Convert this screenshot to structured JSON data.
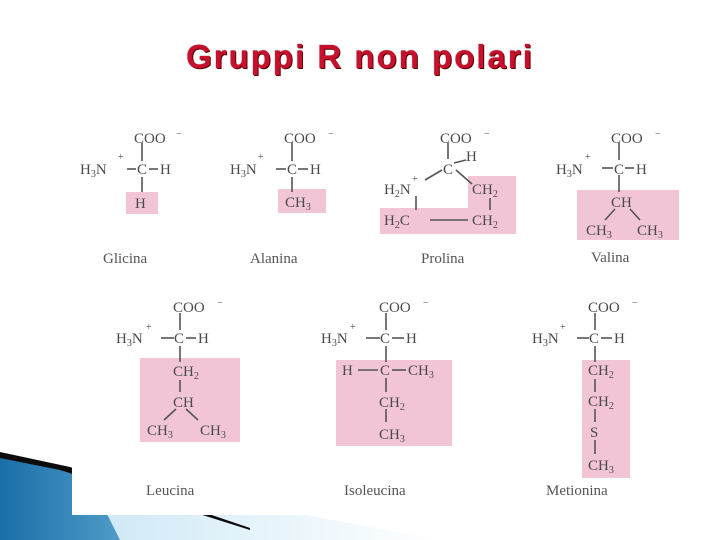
{
  "title": "Gruppi R non polari",
  "colors": {
    "title": "#c8102e",
    "r_group_fill": "#f1c5d6",
    "bond": "#555555"
  },
  "amino_acids": [
    {
      "name": "Glicina",
      "r_group": [
        "H"
      ]
    },
    {
      "name": "Alanina",
      "r_group": [
        "CH3"
      ]
    },
    {
      "name": "Prolina",
      "r_group": [
        "CH2",
        "H2C—CH2"
      ]
    },
    {
      "name": "Valina",
      "r_group": [
        "CH",
        "CH3",
        "CH3"
      ]
    },
    {
      "name": "Leucina",
      "r_group": [
        "CH2",
        "CH",
        "CH3",
        "CH3"
      ]
    },
    {
      "name": "Isoleucina",
      "r_group": [
        "H—C—CH3",
        "CH2",
        "CH3"
      ]
    },
    {
      "name": "Metionina",
      "r_group": [
        "CH2",
        "CH2",
        "S",
        "CH3"
      ]
    }
  ],
  "labels": {
    "coo": "COO",
    "minus": "−",
    "plus": "+",
    "h3n": "H",
    "n": "N",
    "c": "C",
    "h": "H",
    "ch": "CH",
    "ch2": "CH",
    "ch3": "CH",
    "s": "S",
    "sub2": "2",
    "sub3": "3",
    "h2c_left": "H",
    "h2c_right": "C"
  }
}
